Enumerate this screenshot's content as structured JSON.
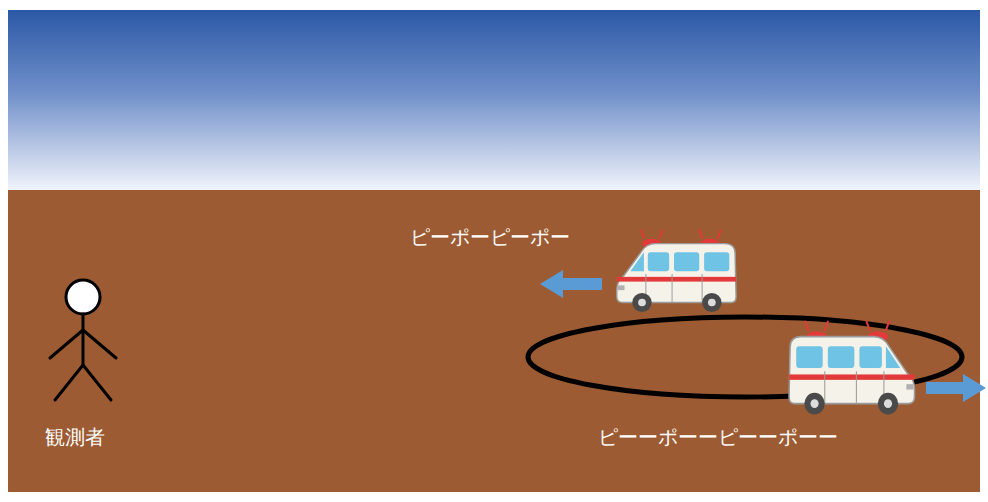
{
  "diagram": {
    "labels": [
      "ピーポーピーポー",
      "ピーーポーーピーーポーー",
      "観測者"
    ]
  }
}
